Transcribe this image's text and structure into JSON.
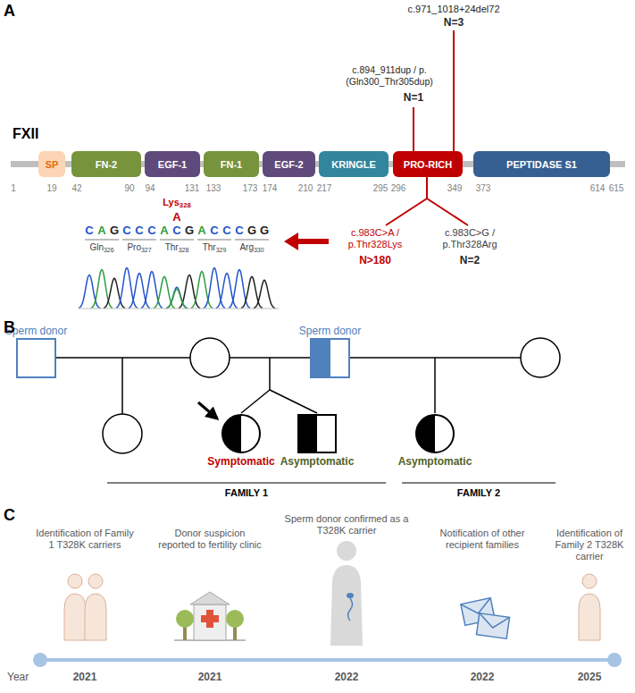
{
  "diagram": {
    "nodes": [
      {
        "text": [
          "SP"
        ]
      },
      {
        "text": [
          "FN-2"
        ]
      },
      {
        "text": [
          "EGF-1"
        ]
      },
      {
        "text": [
          "FN-1"
        ]
      },
      {
        "text": [
          "EGF-2"
        ]
      },
      {
        "text": [
          "KRINGLE"
        ]
      },
      {
        "text": [
          "PRO-RICH"
        ]
      },
      {
        "text": [
          "PEPTIDASE S1"
        ]
      },
      {
        "text": [
          "Sperm donor"
        ]
      },
      {
        "text": [
          "Sperm donor"
        ]
      },
      {
        "text": [
          "Symptomatic"
        ]
      },
      {
        "text": [
          "Asymptomatic"
        ]
      },
      {
        "text": [
          "Asymptomatic"
        ]
      }
    ],
    "labels": [
      "A",
      "c.971_1018+24del72",
      "N=3",
      "c.894_911dup / p.(Gln300_Thr305dup)",
      "N=1",
      "FXII",
      "1",
      "19",
      "42",
      "90",
      "94",
      "131",
      "133",
      "173",
      "174",
      "210",
      "217",
      "295",
      "296",
      "349",
      "373",
      "614",
      "615",
      "Lys328",
      "A",
      "C",
      "A",
      "G",
      "C",
      "C",
      "C",
      "A",
      "C",
      "G",
      "A",
      "C",
      "C",
      "C",
      "G",
      "G",
      "Gln326",
      "Pro327",
      "Thr328",
      "Thr329",
      "Arg330",
      "c.983C>A / p.Thr328Lys",
      "N>180",
      "c.983C>G / p.Thr328Arg",
      "N=2",
      "B",
      "FAMILY 1",
      "FAMILY 2",
      "C",
      "Identification of Family 1 T328K carriers",
      "Donor suspicion reported to fertility clinic",
      "Sperm donor confirmed as a T328K carrier",
      "Notification of other recipient families",
      "Identification of Family 2 T328K carrier",
      "Year",
      "2021",
      "2021",
      "2022",
      "2022",
      "2025"
    ]
  }
}
